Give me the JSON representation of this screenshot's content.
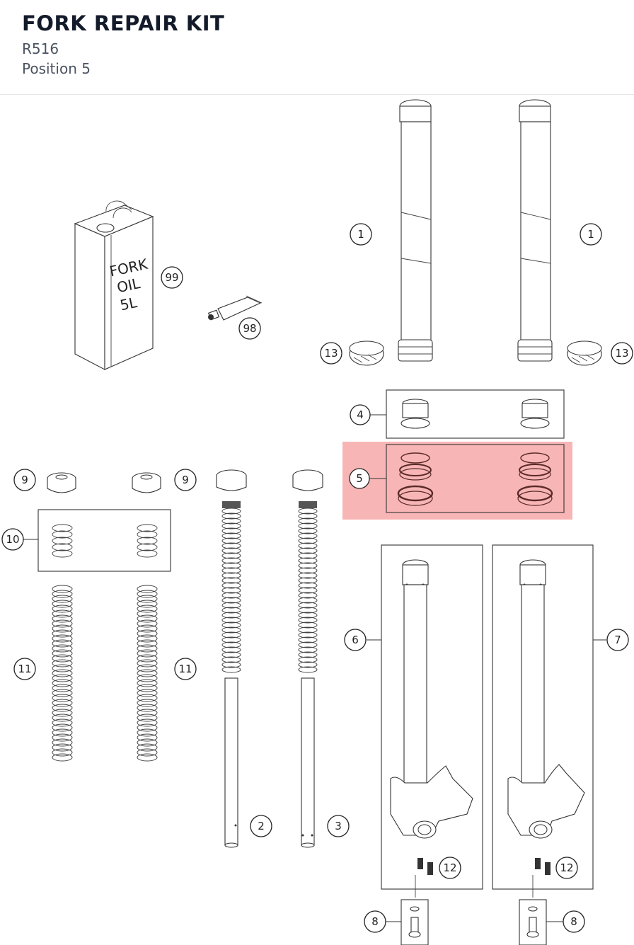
{
  "header": {
    "title": "FORK REPAIR KIT",
    "code": "R516",
    "position": "Position 5"
  },
  "highlight_color": "#f7a8a8",
  "oil_can_label": [
    "FORK",
    "OIL",
    "5L"
  ],
  "callouts": {
    "c1a": "1",
    "c1b": "1",
    "c2": "2",
    "c3": "3",
    "c4": "4",
    "c5": "5",
    "c6": "6",
    "c7": "7",
    "c8a": "8",
    "c8b": "8",
    "c9a": "9",
    "c9b": "9",
    "c10": "10",
    "c11a": "11",
    "c11b": "11",
    "c12a": "12",
    "c12b": "12",
    "c13a": "13",
    "c13b": "13",
    "c98": "98",
    "c99": "99"
  }
}
